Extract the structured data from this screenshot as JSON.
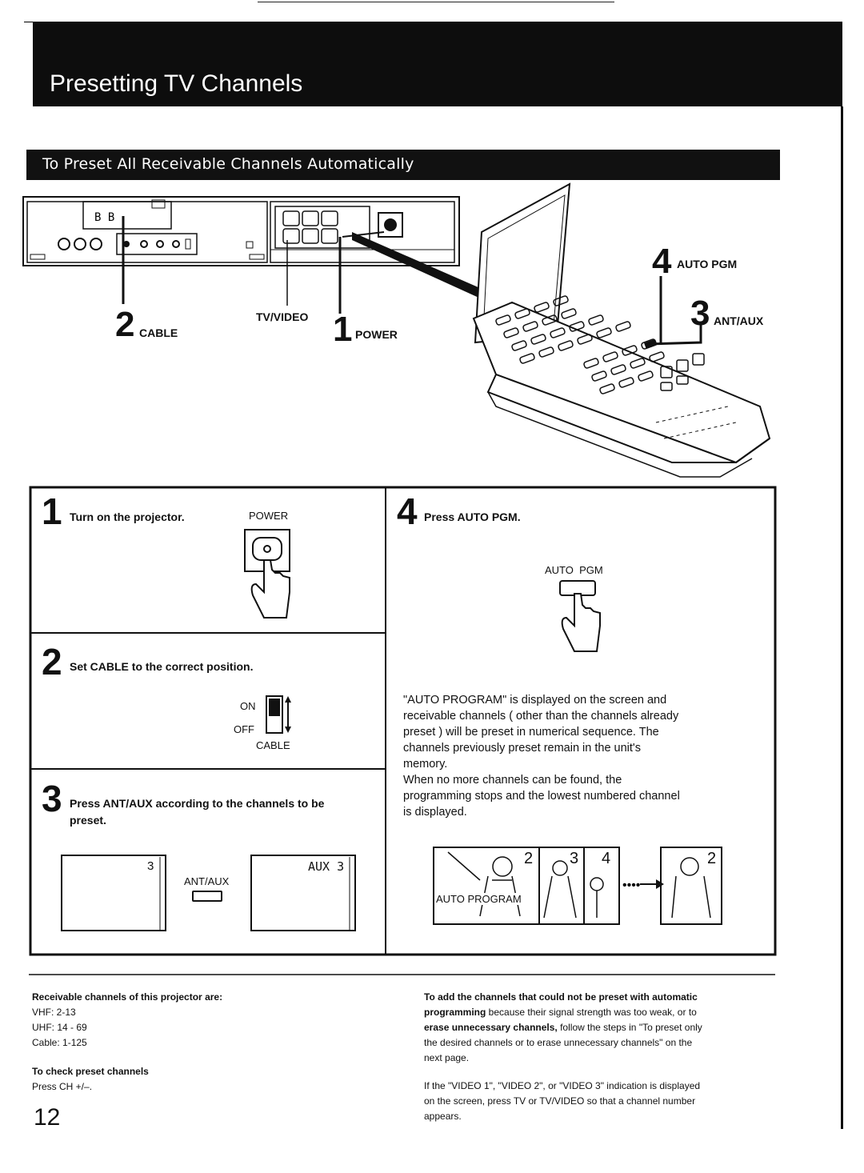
{
  "page": {
    "title": "Presetting TV Channels",
    "subtitle": "To Preset All Receivable Channels Automatically",
    "page_number": "12"
  },
  "diagram": {
    "callouts": [
      {
        "num": "2",
        "label": "CABLE"
      },
      {
        "label": "TV/VIDEO"
      },
      {
        "num": "1",
        "label": "POWER"
      },
      {
        "num": "4",
        "label": "AUTO PGM"
      },
      {
        "num": "3",
        "label": "ANT/AUX"
      }
    ]
  },
  "steps": {
    "s1": {
      "num": "1",
      "text": "Turn on the projector.",
      "button_label": "POWER"
    },
    "s2": {
      "num": "2",
      "text": "Set CABLE to the correct position.",
      "on": "ON",
      "off": "OFF",
      "switch_label": "CABLE"
    },
    "s3": {
      "num": "3",
      "text_line1": "Press ANT/AUX according to the channels to be",
      "text_line2": "preset.",
      "screen_left": "3",
      "button_label": "ANT/AUX",
      "screen_right": "AUX 3"
    },
    "s4": {
      "num": "4",
      "text": "Press AUTO PGM.",
      "button_label": "AUTO  PGM",
      "para1": [
        "\"AUTO PROGRAM\"  is displayed on the screen and",
        "receivable channels ( other than the channels already",
        "preset ) will be preset in numerical sequence.  The",
        "channels previously preset remain in the unit's",
        "memory."
      ],
      "para2": [
        "When no more channels can be found, the",
        "programming stops and the lowest numbered channel",
        "is displayed."
      ],
      "frames": [
        "2",
        "3",
        "4",
        "2"
      ],
      "frame_caption": "AUTO PROGRAM"
    }
  },
  "notes": {
    "left": {
      "channels_heading": "Receivable channels of this projector are:",
      "vhf": "VHF: 2-13",
      "uhf": "UHF: 14 - 69",
      "cable": "Cable: 1-125",
      "check_heading": "To check preset channels",
      "check_text": "Press CH +/–."
    },
    "right": {
      "add_bold1": "To add the channels that could not be preset with automatic",
      "add_bold2": "programming",
      "add_text2": " because their signal strength was too weak, or to",
      "add_bold3": "erase unnecessary channels,",
      "add_text3": " follow the steps in \"To preset only",
      "add_line4": "the desired channels or to erase unnecessary channels\" on the",
      "add_line5": "next page.",
      "video_line1": "If the \"VIDEO 1\", \"VIDEO 2\", or \"VIDEO 3\" indication is displayed",
      "video_line2": "on the screen, press TV or TV/VIDEO so that a channel number",
      "video_line3": "appears."
    }
  }
}
